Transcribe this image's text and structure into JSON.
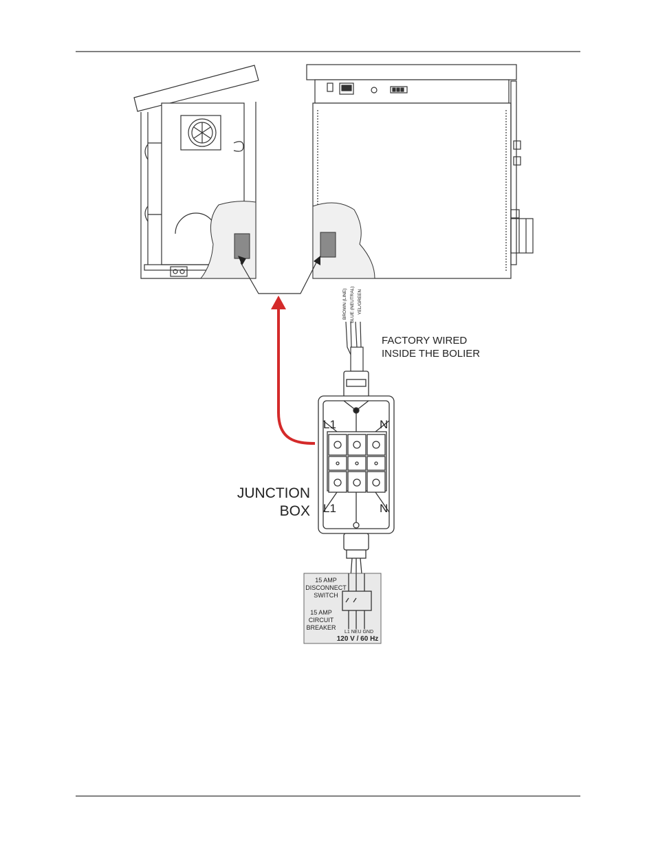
{
  "wire_labels": [
    "BROWN (LINE)",
    "BLUE (NEUTRAL)",
    "YEL/GREEN"
  ],
  "factory_note": [
    "FACTORY WIRED",
    "INSIDE THE BOLIER"
  ],
  "junction_box": {
    "title_lines": [
      "JUNCTION",
      "BOX"
    ],
    "top_left": "L1",
    "top_right": "N",
    "bottom_left": "L1",
    "bottom_right": "N"
  },
  "service_panel": {
    "disconnect_lines": [
      "15 AMP",
      "DISCONNECT",
      "SWITCH"
    ],
    "breaker_lines": [
      "15 AMP",
      "CIRCUIT",
      "BREAKER"
    ],
    "terminals": "L1 NEU GND",
    "rating": "120 V / 60 Hz"
  },
  "colors": {
    "arrow": "#d42a2a",
    "line": "#333333",
    "panel_fill": "#e9e9e9",
    "cutaway_fill": "#f0f0f0",
    "jbox_gray": "#8a8a8a"
  }
}
